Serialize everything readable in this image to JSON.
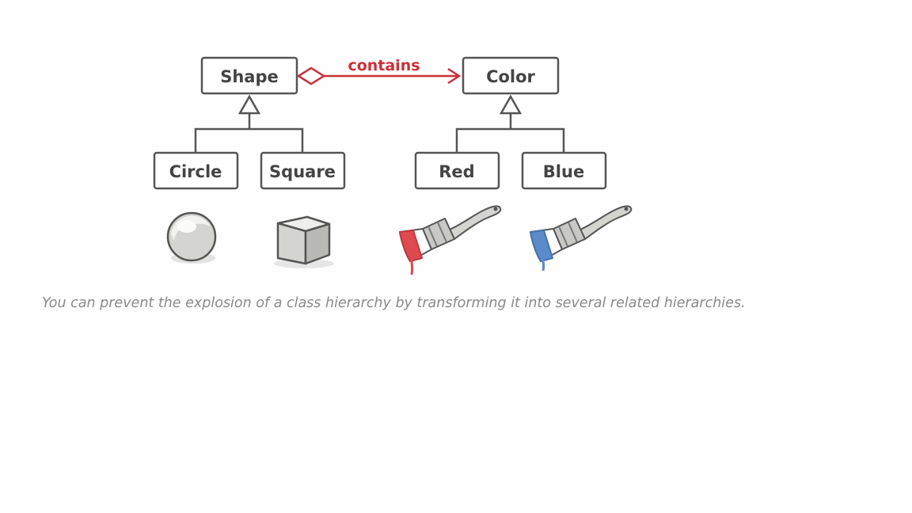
{
  "diagram": {
    "nodes": {
      "shape": "Shape",
      "color": "Color",
      "circle": "Circle",
      "square": "Square",
      "red": "Red",
      "blue": "Blue"
    },
    "edges": {
      "contains": "contains"
    },
    "colors": {
      "box_stroke": "#555555",
      "box_fill": "#ffffff",
      "accent_red": "#cc2f38",
      "paint_red": "#de4a4f",
      "paint_blue": "#5b8bcb"
    },
    "icons": [
      "sphere-icon",
      "cube-icon",
      "red-paintbrush-icon",
      "blue-paintbrush-icon"
    ]
  },
  "caption": "You can prevent the explosion of a class hierarchy by transforming it into several related hierarchies."
}
